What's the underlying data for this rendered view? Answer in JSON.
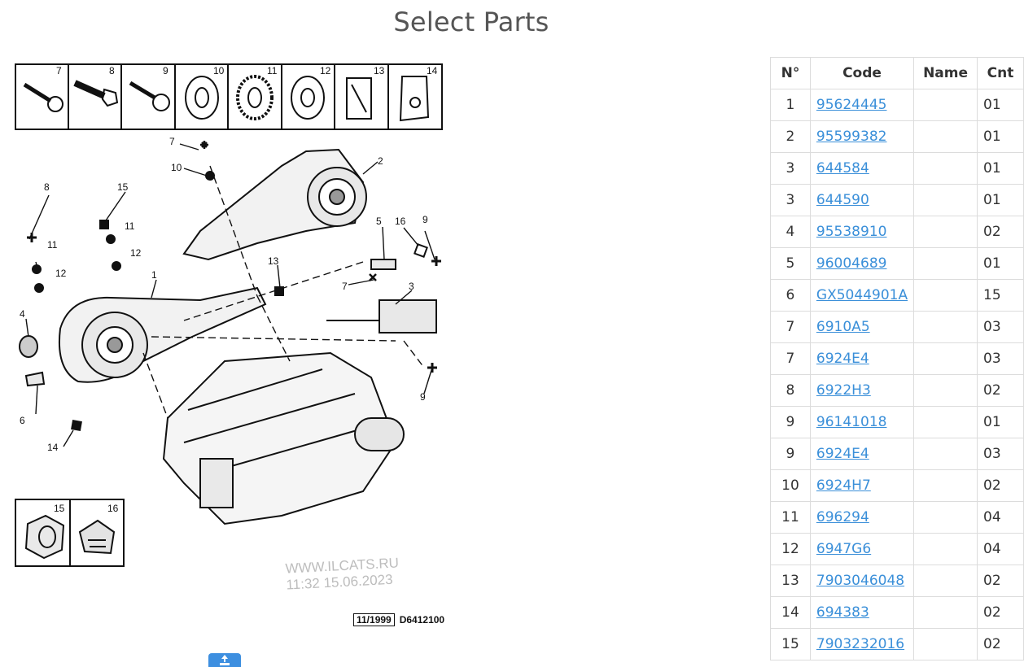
{
  "page": {
    "title": "Select Parts"
  },
  "diagram": {
    "watermark_line1": "WWW.ILCATS.RU",
    "watermark_line2": "11:32 15.06.2023",
    "ref_date": "11/1999",
    "ref_code": "D6412100",
    "hardware_labels": [
      "7",
      "8",
      "9",
      "10",
      "11",
      "12",
      "13",
      "14"
    ],
    "bottom_labels": [
      "15",
      "16"
    ],
    "callouts": [
      "1",
      "2",
      "3",
      "4",
      "5",
      "6",
      "7",
      "7",
      "8",
      "9",
      "9",
      "10",
      "11",
      "11",
      "12",
      "12",
      "13",
      "14",
      "15",
      "16"
    ]
  },
  "table": {
    "headers": {
      "num": "N°",
      "code": "Code",
      "name": "Name",
      "cnt": "Cnt"
    },
    "rows": [
      {
        "num": "1",
        "code": "95624445",
        "name": "",
        "cnt": "01"
      },
      {
        "num": "2",
        "code": "95599382",
        "name": "",
        "cnt": "01"
      },
      {
        "num": "3",
        "code": "644584",
        "name": "",
        "cnt": "01"
      },
      {
        "num": "3",
        "code": "644590",
        "name": "",
        "cnt": "01"
      },
      {
        "num": "4",
        "code": "95538910",
        "name": "",
        "cnt": "02"
      },
      {
        "num": "5",
        "code": "96004689",
        "name": "",
        "cnt": "01"
      },
      {
        "num": "6",
        "code": "GX5044901A",
        "name": "",
        "cnt": "15"
      },
      {
        "num": "7",
        "code": "6910A5",
        "name": "",
        "cnt": "03"
      },
      {
        "num": "7",
        "code": "6924E4",
        "name": "",
        "cnt": "03"
      },
      {
        "num": "8",
        "code": "6922H3",
        "name": "",
        "cnt": "02"
      },
      {
        "num": "9",
        "code": "96141018",
        "name": "",
        "cnt": "01"
      },
      {
        "num": "9",
        "code": "6924E4",
        "name": "",
        "cnt": "03"
      },
      {
        "num": "10",
        "code": "6924H7",
        "name": "",
        "cnt": "02"
      },
      {
        "num": "11",
        "code": "696294",
        "name": "",
        "cnt": "04"
      },
      {
        "num": "12",
        "code": "6947G6",
        "name": "",
        "cnt": "04"
      },
      {
        "num": "13",
        "code": "7903046048",
        "name": "",
        "cnt": "02"
      },
      {
        "num": "14",
        "code": "694383",
        "name": "",
        "cnt": "02"
      },
      {
        "num": "15",
        "code": "7903232016",
        "name": "",
        "cnt": "02"
      }
    ]
  },
  "icons": {
    "expand": "expand-arrows-icon"
  },
  "colors": {
    "link": "#3a8fd9",
    "button": "#3d8fe0"
  }
}
